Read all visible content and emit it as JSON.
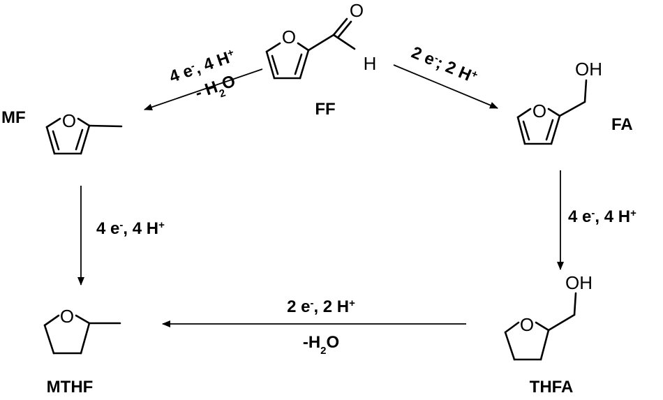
{
  "atoms": {
    "oxygen": "O",
    "hydrogen": "H",
    "hydroxyl": "OH"
  },
  "compounds": {
    "ff": "FF",
    "fa": "FA",
    "mf": "MF",
    "thfa": "THFA",
    "mthf": "MTHF"
  },
  "conditions": {
    "ff_to_mf": {
      "electrons": "4 e",
      "electron_charge": "-",
      "protons": ", 4 H",
      "proton_charge": "+",
      "loss_prefix": "- H",
      "loss_sub": "2",
      "loss_suffix": "O"
    },
    "ff_to_fa": {
      "electrons": "2 e",
      "electron_charge": "-",
      "protons": "; 2 H",
      "proton_charge": "+"
    },
    "mf_to_mthf": {
      "electrons": "4 e",
      "electron_charge": "-",
      "protons": ", 4 H",
      "proton_charge": "+"
    },
    "fa_to_thfa": {
      "electrons": "4 e",
      "electron_charge": "-",
      "protons": ", 4 H",
      "proton_charge": "+"
    },
    "thfa_to_mthf": {
      "electrons": "2 e",
      "electron_charge": "-",
      "protons": ", 2 H",
      "proton_charge": "+",
      "loss_prefix": "-H",
      "loss_sub": "2",
      "loss_suffix": "O"
    }
  }
}
